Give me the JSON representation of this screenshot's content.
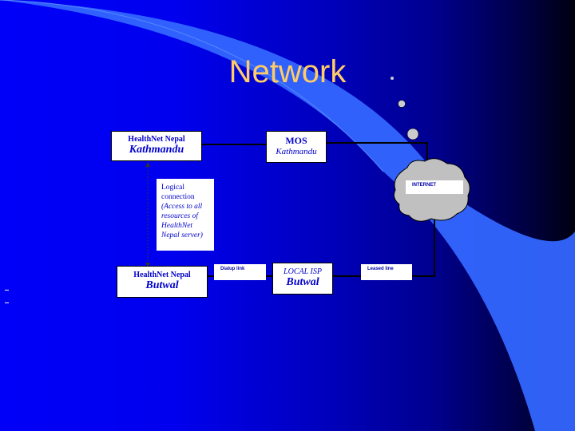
{
  "slide": {
    "title": "Network",
    "colors": {
      "title": "#ffcc66",
      "box_text": "#0000cc",
      "cloud": "#c0c0c0",
      "swoosh": "#3366ff"
    }
  },
  "nodes": {
    "healthnet_ktm": {
      "line1": "HealthNet Nepal",
      "line2": "Kathmandu"
    },
    "mos_ktm": {
      "line1": "MOS",
      "line2": "Kathmandu"
    },
    "healthnet_butwal": {
      "line1": "HealthNet Nepal",
      "line2": "Butwal"
    },
    "local_isp": {
      "line1": "LOCAL ISP",
      "line2": "Butwal"
    },
    "internet": {
      "label": "INTERNET",
      "icon": "cloud-icon"
    }
  },
  "links": {
    "dialup": "Dialup link",
    "leased": "Leased line"
  },
  "note": {
    "line1": "Logical",
    "line2": "connection",
    "italic": "(Access to all resources of HealthNet Nepal server)"
  }
}
